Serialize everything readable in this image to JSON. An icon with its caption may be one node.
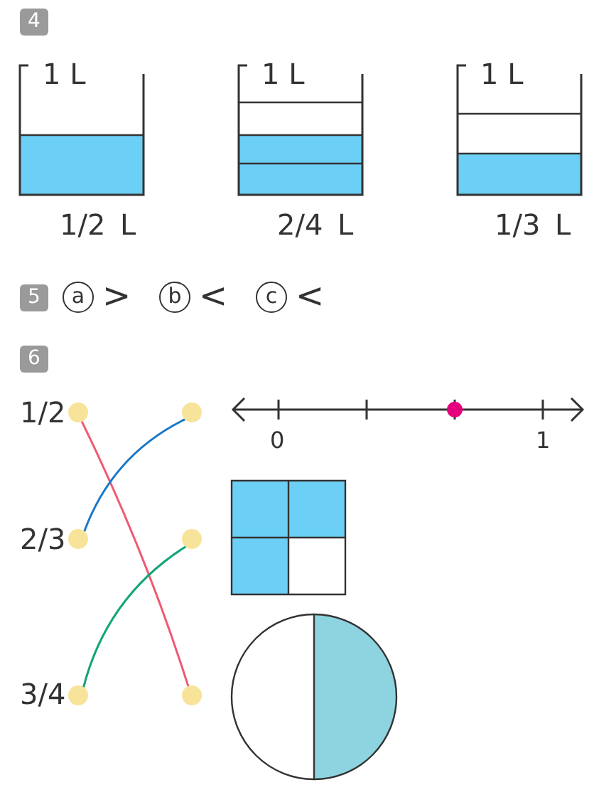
{
  "diagram": {
    "nodes": [
      {
        "text": [],
        "shape": "circle"
      },
      {
        "text": [],
        "shape": "circle"
      },
      {
        "text": [],
        "shape": "circle"
      },
      {
        "text": [],
        "shape": "circle"
      },
      {
        "text": [],
        "shape": "circle"
      },
      {
        "text": [],
        "shape": "circle"
      }
    ],
    "edges": [
      {
        "from": 0,
        "to": 5,
        "arrow": "none",
        "color": "#ef5a72"
      },
      {
        "from": 2,
        "to": 1,
        "arrow": "none",
        "color": "#1a78c8"
      },
      {
        "from": 4,
        "to": 3,
        "arrow": "none",
        "color": "#12a57a"
      }
    ],
    "labels": [
      "4",
      "1 L",
      "1 L",
      "1 L",
      "1/2 L",
      "2/4 L",
      "1/3 L",
      "5",
      "a",
      ">",
      "b",
      "<",
      "c",
      "<",
      "6",
      "1/2",
      "2/3",
      "3/4",
      "0",
      "1"
    ]
  }
}
